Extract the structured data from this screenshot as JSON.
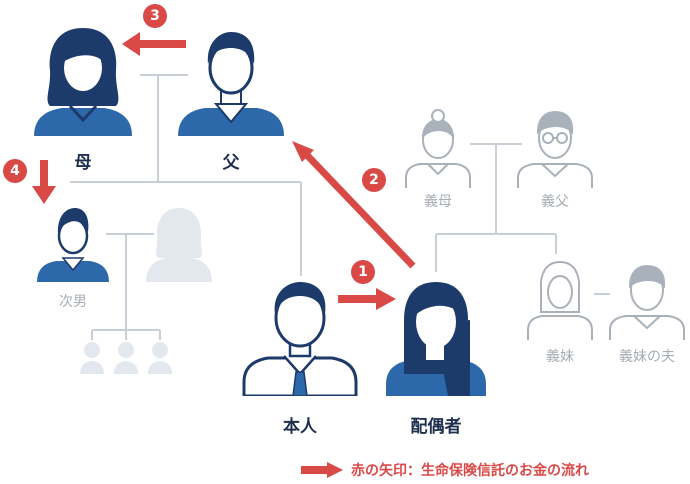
{
  "people": {
    "mother": "母",
    "father": "父",
    "self": "本人",
    "spouse": "配偶者",
    "second_son": "次男",
    "spouse_mother": "義母",
    "spouse_father": "義父",
    "spouse_sister": "義妹",
    "spouse_sister_husband": "義妹の夫"
  },
  "flow_steps": [
    {
      "number": "1",
      "from": "本人",
      "to": "配偶者"
    },
    {
      "number": "2",
      "from": "配偶者",
      "to": "父"
    },
    {
      "number": "3",
      "from": "父",
      "to": "母"
    },
    {
      "number": "4",
      "from": "母",
      "to": "次男"
    }
  ],
  "legend": {
    "text": "赤の矢印：生命保険信託のお金の流れ"
  },
  "colors": {
    "navy": "#1c3a6a",
    "blue": "#2d68aa",
    "accent_red": "#d94a47",
    "grey_figure": "#a9b1ba",
    "light_figure": "#e3e8ee",
    "line": "#c9cfd6"
  }
}
